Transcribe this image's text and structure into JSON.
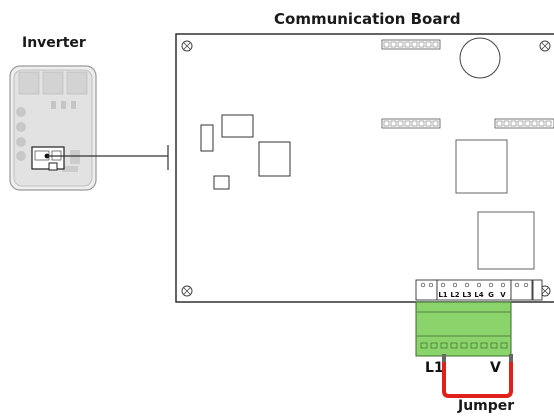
{
  "titles": {
    "board": "Communication Board",
    "inverter": "Inverter",
    "jumper": "Jumper"
  },
  "terminal": {
    "labels": [
      "L1",
      "L2",
      "L3",
      "L4",
      "G",
      "V"
    ],
    "jumper_left": "L1",
    "jumper_right": "V"
  },
  "colors": {
    "connector_green": "#8bd36b",
    "connector_dark": "#3c6e2c",
    "jumper_wire": "#e0201b",
    "board_outline": "#222222"
  }
}
